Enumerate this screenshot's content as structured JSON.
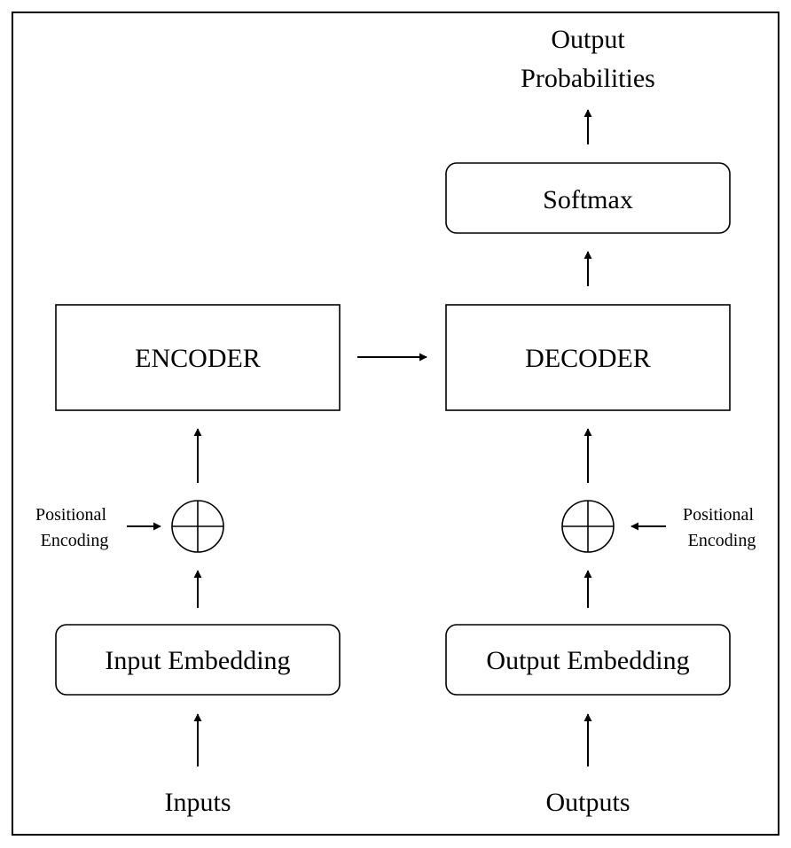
{
  "diagram": {
    "output_label": [
      "Output",
      "Probabilities"
    ],
    "softmax": "Softmax",
    "encoder": "ENCODER",
    "decoder": "DECODER",
    "input_embedding": "Input Embedding",
    "output_embedding": "Output Embedding",
    "pos_enc_left": [
      "Positional",
      "Encoding"
    ],
    "pos_enc_right": [
      "Positional",
      "Encoding"
    ],
    "inputs": "Inputs",
    "outputs": "Outputs"
  }
}
